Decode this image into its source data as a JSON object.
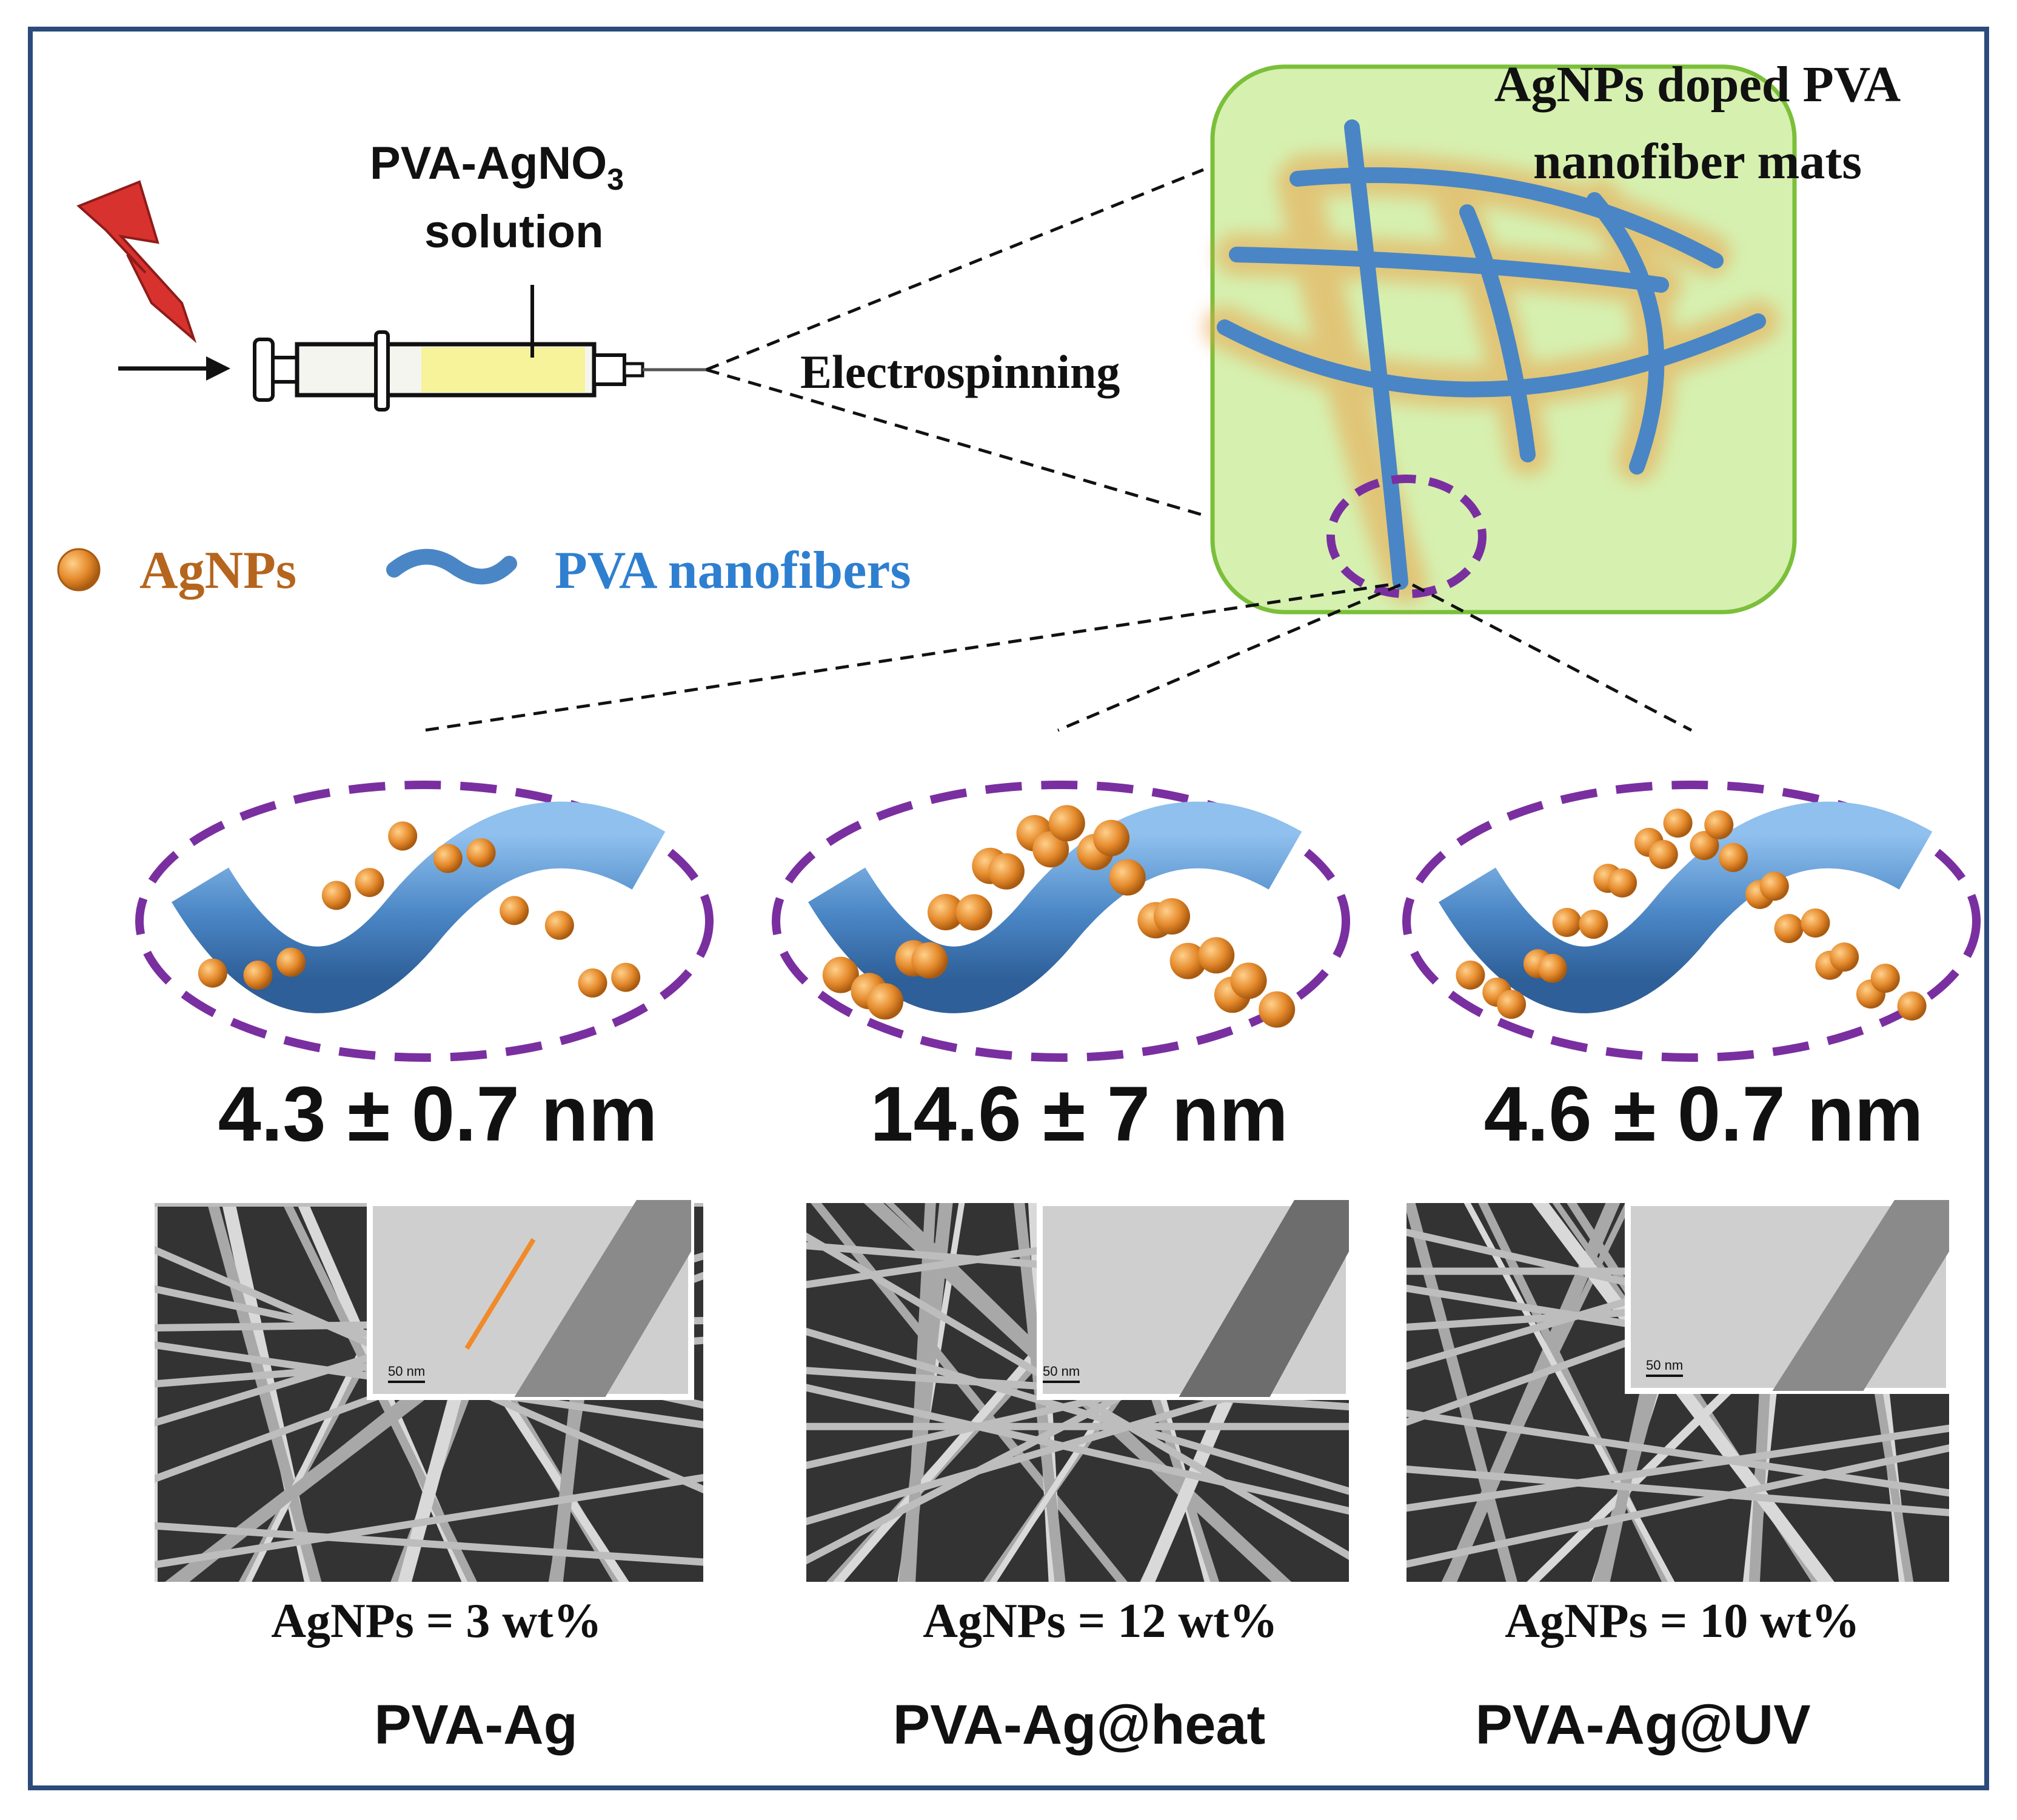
{
  "syringe": {
    "label_line1": "PVA-AgNO",
    "label_sub": "3",
    "label_line2": "solution"
  },
  "process": {
    "label": "Electrospinning"
  },
  "mat": {
    "title_line1": "AgNPs doped PVA",
    "title_line2": "nanofiber mats"
  },
  "legend": {
    "particles": "AgNPs",
    "fibers": "PVA nanofibers"
  },
  "samples": [
    {
      "size": "4.3 ± 0.7 nm",
      "loading": "AgNPs = 3 wt%",
      "name": "PVA-Ag",
      "scale": "50 nm"
    },
    {
      "size": "14.6 ± 7 nm",
      "loading": "AgNPs = 12 wt%",
      "name": "PVA-Ag@heat",
      "scale": "50 nm"
    },
    {
      "size": "4.6 ± 0.7 nm",
      "loading": "AgNPs = 10 wt%",
      "name": "PVA-Ag@UV",
      "scale": "50 nm"
    }
  ],
  "colors": {
    "border": "#2c4a7c",
    "fiber": "#4a86c5",
    "particle": "#e58a2c",
    "mat_bg": "#d6f0b0",
    "mat_border": "#7bbf3a",
    "dashed_ellipse": "#7a2fa0",
    "legend_agnp": "#b5651d",
    "legend_pva": "#2f7fd0",
    "sem_bg": "#3a3a3a"
  }
}
